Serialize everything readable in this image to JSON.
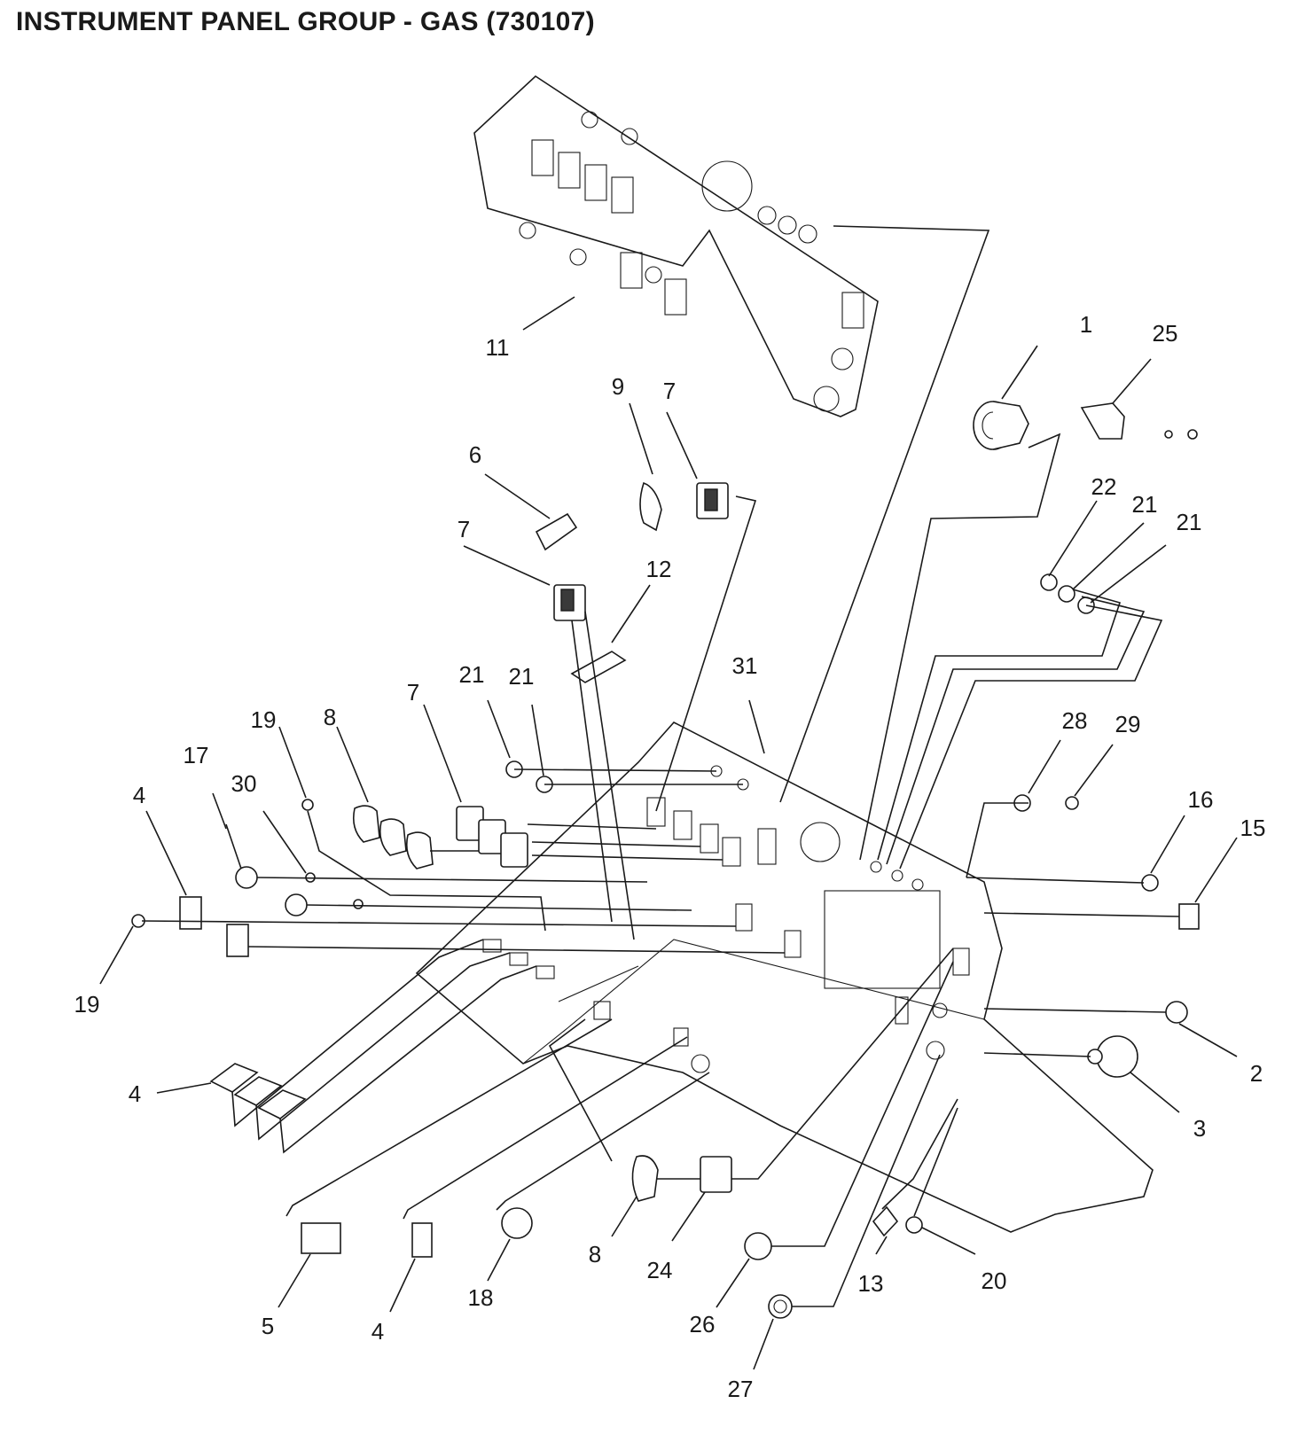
{
  "title": "INSTRUMENT PANEL GROUP - GAS (730107)",
  "callouts": {
    "c11": "11",
    "c1": "1",
    "c25": "25",
    "c9": "9",
    "c7a": "7",
    "c6": "6",
    "c7b": "7",
    "c12": "12",
    "c22": "22",
    "c21a": "21",
    "c21b": "21",
    "c31": "31",
    "c21c": "21",
    "c21d": "21",
    "c19a": "19",
    "c8a": "8",
    "c7c": "7",
    "c17": "17",
    "c30": "30",
    "c4a": "4",
    "c28": "28",
    "c29": "29",
    "c16": "16",
    "c15": "15",
    "c19b": "19",
    "c2": "2",
    "c3": "3",
    "c4b": "4",
    "c5": "5",
    "c4c": "4",
    "c18": "18",
    "c8b": "8",
    "c24": "24",
    "c26": "26",
    "c27": "27",
    "c13": "13",
    "c20": "20"
  },
  "colors": {
    "ink": "#1a1a1a",
    "background": "#ffffff"
  }
}
